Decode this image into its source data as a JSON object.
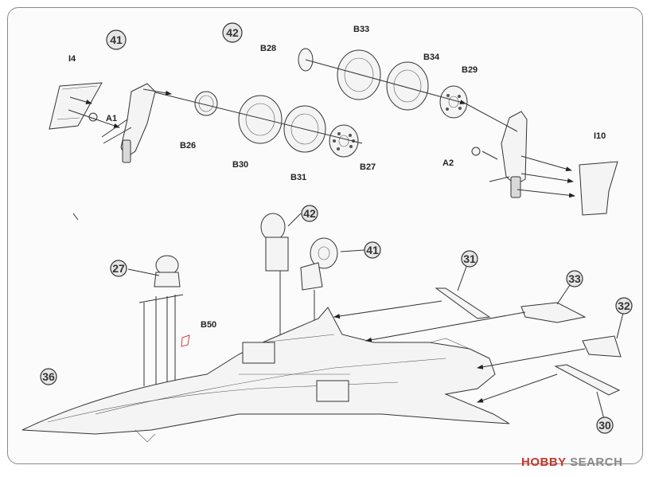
{
  "steps": {
    "s41a": "41",
    "s42a": "42",
    "s42b": "42",
    "s41b": "41",
    "s27": "27",
    "s31": "31",
    "s33": "33",
    "s32": "32",
    "s36": "36",
    "s30": "30"
  },
  "parts": {
    "I4": "I4",
    "A1": "A1",
    "B26": "B26",
    "B30": "B30",
    "B31": "B31",
    "B27": "B27",
    "B28": "B28",
    "B33": "B33",
    "B34": "B34",
    "B29": "B29",
    "A2": "A2",
    "I10": "I10",
    "B50": "B50"
  },
  "watermark": {
    "brand": "HOBBY",
    "rest": " SEARCH"
  },
  "colors": {
    "ink": "#333333",
    "sheet_border": "#8a8a8a",
    "brand_red": "#c0392b",
    "red_detail": "#d04040"
  }
}
